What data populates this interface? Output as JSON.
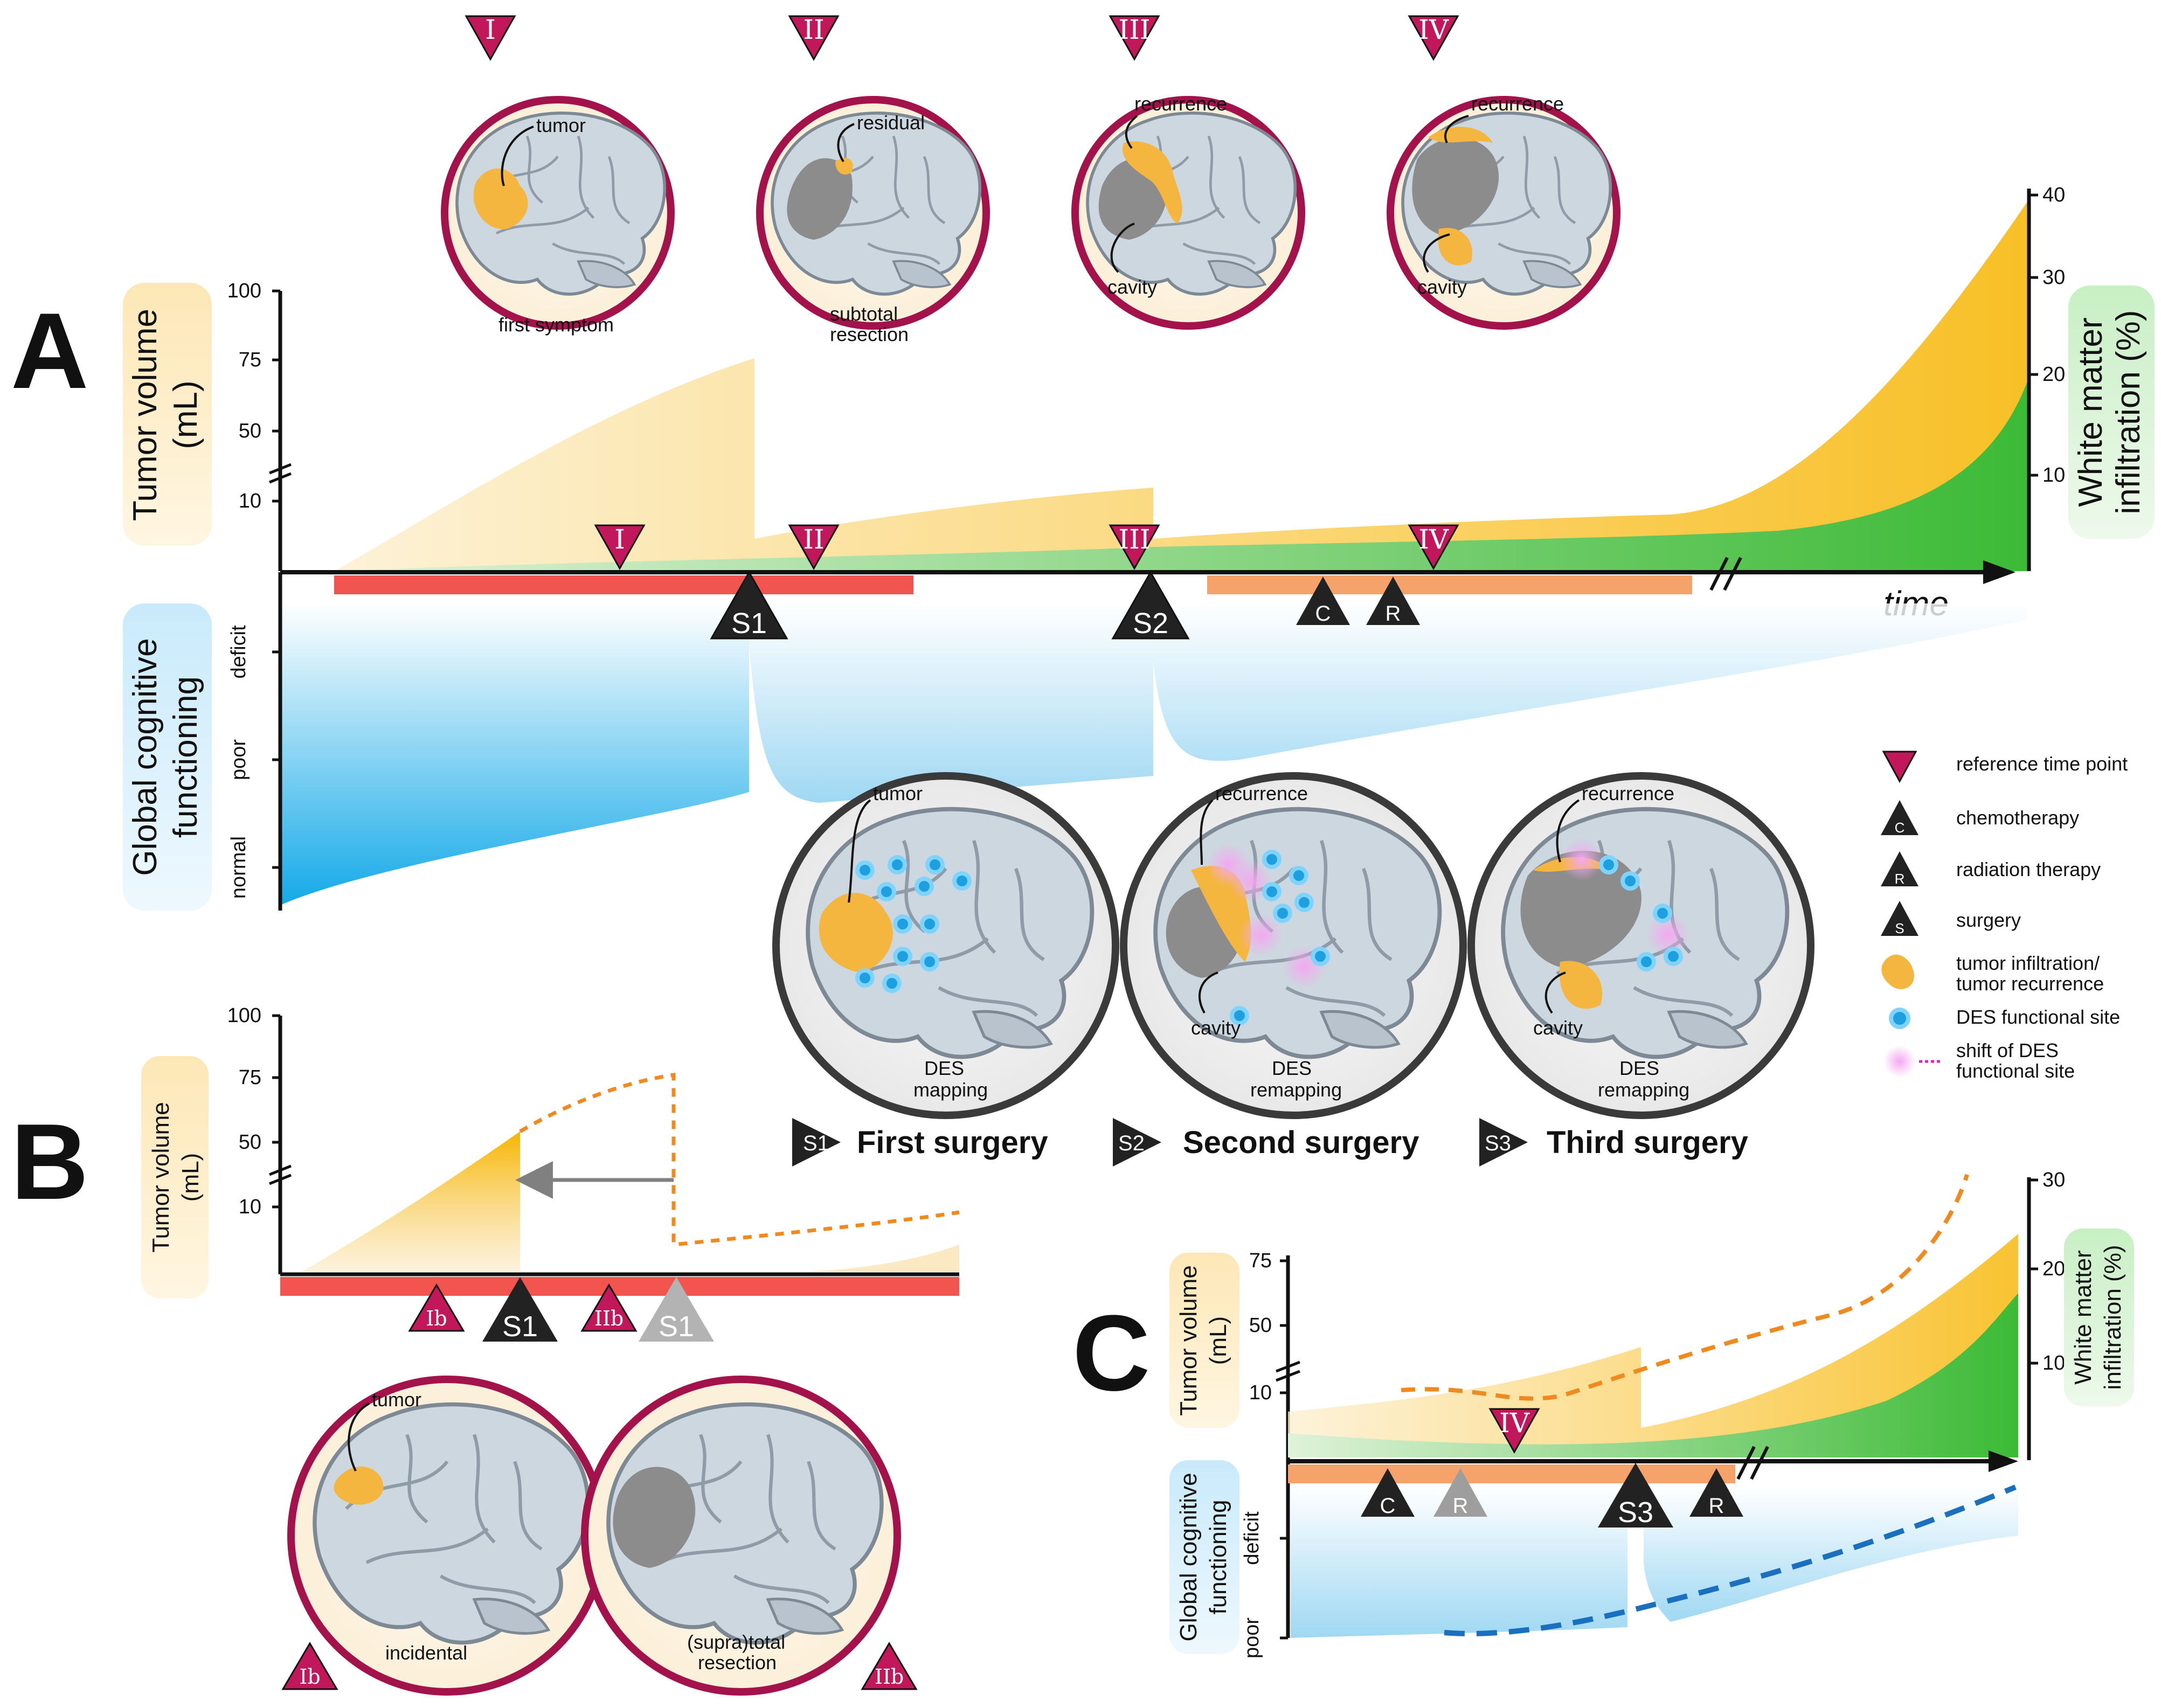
{
  "panels": {
    "A": {
      "label": "A",
      "y_left_title_1": "Tumor volume",
      "y_left_title_2": "(mL)",
      "y_left_ticks": [
        "100",
        "75",
        "50",
        "10"
      ],
      "y_right_title_1": "White matter",
      "y_right_title_2": "infiltration (%)",
      "y_right_ticks": [
        "40",
        "30",
        "20",
        "10"
      ],
      "y_lower_title_1": "Global cognitive",
      "y_lower_title_2": "functioning",
      "y_lower_ticks": [
        "deficit",
        "poor",
        "normal"
      ],
      "time_label": "time",
      "reference_points": [
        "I",
        "II",
        "III",
        "IV"
      ],
      "events": {
        "s1": "S1",
        "s2": "S2",
        "c": "C",
        "r": "R"
      },
      "top_brains": [
        {
          "marker": "I",
          "labels": [
            "tumor"
          ],
          "caption": [
            "first symptom"
          ]
        },
        {
          "marker": "II",
          "labels": [
            "residual"
          ],
          "caption": [
            "subtotal",
            "resection"
          ]
        },
        {
          "marker": "III",
          "labels": [
            "recurrence",
            "cavity"
          ],
          "caption": []
        },
        {
          "marker": "IV",
          "labels": [
            "recurrence",
            "cavity"
          ],
          "caption": []
        }
      ],
      "surgery_brains": [
        {
          "labels": [
            "tumor"
          ],
          "caption": [
            "DES",
            "mapping"
          ],
          "badge": "S1",
          "title": "First surgery"
        },
        {
          "labels": [
            "recurrence",
            "cavity"
          ],
          "caption": [
            "DES",
            "remapping"
          ],
          "badge": "S2",
          "title": "Second surgery"
        },
        {
          "labels": [
            "recurrence",
            "cavity"
          ],
          "caption": [
            "DES",
            "remapping"
          ],
          "badge": "S3",
          "title": "Third surgery"
        }
      ]
    },
    "B": {
      "label": "B",
      "y_title_1": "Tumor volume",
      "y_title_2": "(mL)",
      "y_ticks": [
        "100",
        "75",
        "50",
        "10"
      ],
      "events": [
        "Ib",
        "S1",
        "IIb",
        "S1"
      ],
      "brains": [
        {
          "labels": [
            "tumor"
          ],
          "caption": [
            "incidental"
          ],
          "marker": "Ib"
        },
        {
          "labels": [],
          "caption": [
            "(supra)total",
            "resection"
          ],
          "marker": "IIb"
        }
      ]
    },
    "C": {
      "label": "C",
      "y_left_title_1": "Tumor volume",
      "y_left_title_2": "(mL)",
      "y_left_ticks": [
        "75",
        "50",
        "10"
      ],
      "y_right_title_1": "White matter",
      "y_right_title_2": "infiltration (%)",
      "y_right_ticks": [
        "30",
        "20",
        "10"
      ],
      "y_lower_title_1": "Global cognitive",
      "y_lower_title_2": "functioning",
      "y_lower_ticks": [
        "deficit",
        "poor"
      ],
      "events": {
        "c": "C",
        "r_faded": "R",
        "s3": "S3",
        "r": "R",
        "ref": "IV"
      }
    }
  },
  "legend": [
    {
      "icon": "reference-triangle-icon",
      "text": [
        "reference time point"
      ]
    },
    {
      "icon": "chemotherapy-icon",
      "symbol": "C",
      "text": [
        "chemotherapy"
      ]
    },
    {
      "icon": "radiation-icon",
      "symbol": "R",
      "text": [
        "radiation therapy"
      ]
    },
    {
      "icon": "surgery-icon",
      "symbol": "S",
      "text": [
        "surgery"
      ]
    },
    {
      "icon": "tumor-blob-icon",
      "text": [
        "tumor infiltration/",
        "tumor recurrence"
      ]
    },
    {
      "icon": "des-site-icon",
      "text": [
        "DES functional site"
      ]
    },
    {
      "icon": "des-shift-icon",
      "text": [
        "shift of DES",
        "functional site"
      ]
    }
  ],
  "colors": {
    "tumor": "#f5b82e",
    "white_matter": "#4fc14a",
    "cognition": "#1aa8e6",
    "pre_treatment_bar": "#f2554f",
    "adjuvant_bar": "#f5a36b",
    "reference_marker": "#c2185b",
    "event_marker": "#222222",
    "brain_ring_reference": "#a3124a",
    "brain_ring_surgery": "#3a3a3a"
  }
}
